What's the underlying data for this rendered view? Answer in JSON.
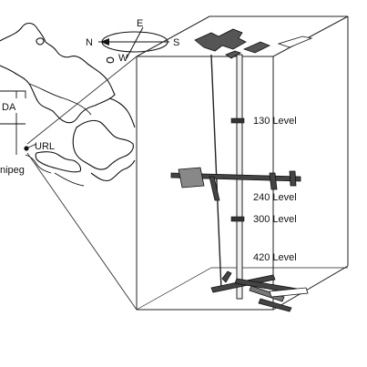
{
  "map": {
    "label_partial_canada": "DA",
    "label_site": "URL",
    "label_partial_city": "nipeg"
  },
  "compass": {
    "north": "N",
    "east": "E",
    "south": "S",
    "west": "W"
  },
  "levels": [
    {
      "name": "130 Level"
    },
    {
      "name": "240 Level"
    },
    {
      "name": "300 Level"
    },
    {
      "name": "420 Level"
    }
  ],
  "figure_code": "",
  "colors": {
    "ink": "#111111",
    "shaft_fill": "#f0f0f0",
    "box_line": "#222222"
  }
}
